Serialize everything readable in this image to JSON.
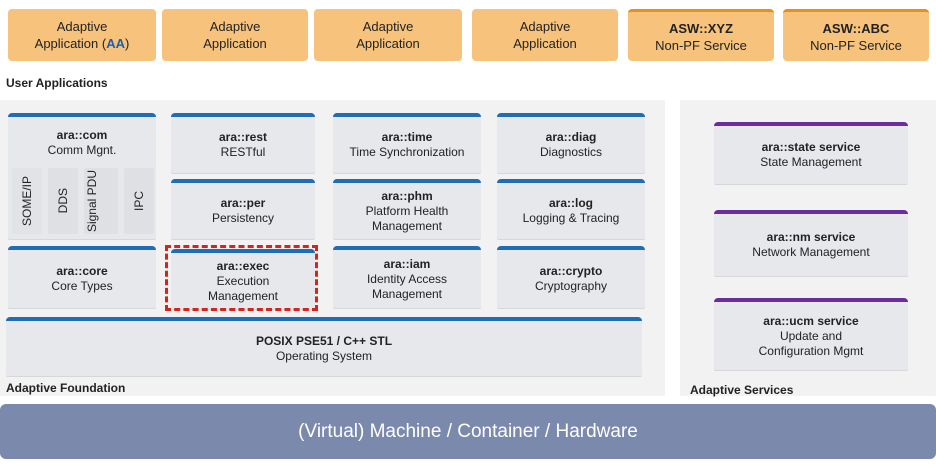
{
  "user_apps": [
    {
      "line1": "Adaptive",
      "line2_prefix": "Application (",
      "line2_highlight": "AA",
      "line2_suffix": ")"
    },
    {
      "line1": "Adaptive",
      "line2": "Application"
    },
    {
      "line1": "Adaptive",
      "line2": "Application"
    },
    {
      "line1": "Adaptive",
      "line2": "Application"
    },
    {
      "line1": "ASW::XYZ",
      "line2": "Non-PF Service"
    },
    {
      "line1": "ASW::ABC",
      "line2": "Non-PF Service"
    }
  ],
  "labels": {
    "user_applications": "User Applications",
    "adaptive_foundation": "Adaptive Foundation",
    "adaptive_services": "Adaptive Services"
  },
  "foundation": {
    "com": {
      "title": "ara::com",
      "subtitle": "Comm Mgnt."
    },
    "com_bindings": [
      "SOME/IP",
      "DDS",
      "Signal PDU",
      "IPC"
    ],
    "rest": {
      "title": "ara::rest",
      "subtitle": "RESTful"
    },
    "time": {
      "title": "ara::time",
      "subtitle": "Time Synchronization"
    },
    "diag": {
      "title": "ara::diag",
      "subtitle": "Diagnostics"
    },
    "per": {
      "title": "ara::per",
      "subtitle": "Persistency"
    },
    "phm": {
      "title": "ara::phm",
      "subtitle": "Platform Health Management"
    },
    "log": {
      "title": "ara::log",
      "subtitle": "Logging & Tracing"
    },
    "core": {
      "title": "ara::core",
      "subtitle": "Core Types"
    },
    "exec": {
      "title": "ara::exec",
      "subtitle": "Execution Management"
    },
    "iam": {
      "title": "ara::iam",
      "subtitle": "Identity Access Management"
    },
    "crypto": {
      "title": "ara::crypto",
      "subtitle": "Cryptography"
    },
    "posix": {
      "title": "POSIX PSE51 / C++ STL",
      "subtitle": "Operating System"
    }
  },
  "services": {
    "state": {
      "title": "ara::state service",
      "subtitle": "State Management"
    },
    "nm": {
      "title": "ara::nm service",
      "subtitle": "Network Management"
    },
    "ucm": {
      "title": "ara::ucm service",
      "subtitle": "Update and Configuration Mgmt"
    }
  },
  "hardware": {
    "label": "(Virtual) Machine / Container / Hardware"
  },
  "colors": {
    "app_orange": "#f7c27c",
    "nonpf_accent": "#e8901a",
    "foundation_blue": "#1f6db4",
    "service_purple": "#6a2f9c",
    "highlight_red": "#d9221c",
    "hardware_bar": "#7b89ad"
  }
}
